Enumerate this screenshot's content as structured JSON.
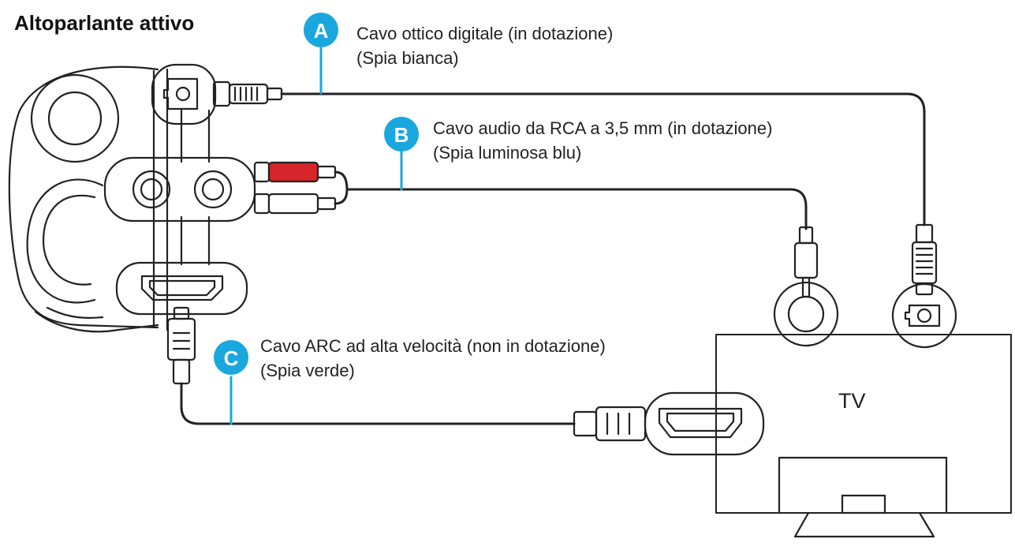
{
  "title": "Altoparlante attivo",
  "tv_label": "TV",
  "colors": {
    "accent": "#1aa7de",
    "cable": "#222222",
    "red_plug": "#d6262a"
  },
  "cables": [
    {
      "badge": "A",
      "name": "Cavo ottico digitale (in dotazione)",
      "note": "(Spia bianca)"
    },
    {
      "badge": "B",
      "name": "Cavo audio da RCA a 3,5 mm (in dotazione)",
      "note": "(Spia luminosa blu)"
    },
    {
      "badge": "C",
      "name": "Cavo ARC ad alta velocità (non in dotazione)",
      "note": "(Spia verde)"
    }
  ]
}
